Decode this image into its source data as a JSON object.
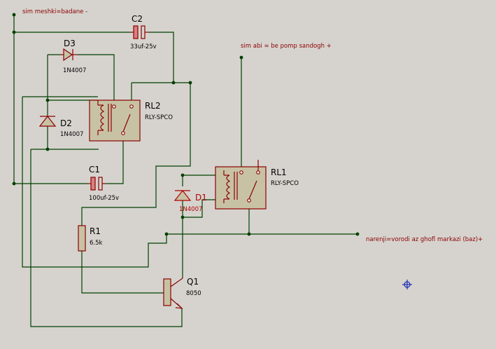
{
  "notes": {
    "ground": "sim meshki=badane -",
    "pump": "sim abi = be pomp sandogh +",
    "input": "narenji=vorodi az ghofl markazi (baz)+"
  },
  "components": {
    "c2": {
      "ref": "C2",
      "value": "33uf-25v"
    },
    "d3": {
      "ref": "D3",
      "value": "1N4007"
    },
    "rl2": {
      "ref": "RL2",
      "value": "RLY-SPCO"
    },
    "d2": {
      "ref": "D2",
      "value": "1N4007"
    },
    "c1": {
      "ref": "C1",
      "value": "100uf-25v"
    },
    "rl1": {
      "ref": "RL1",
      "value": "RLY-SPCO"
    },
    "d1": {
      "ref": "D1",
      "value": "1N4007"
    },
    "r1": {
      "ref": "R1",
      "value": "6.5k"
    },
    "q1": {
      "ref": "Q1",
      "value": "8050"
    }
  },
  "colors": {
    "background": "#d6d3ce",
    "wire": "#004000",
    "component_outline": "#8b0000",
    "relay_body": "#c8c2a4",
    "note_text": "#8b0000",
    "cursor": "#1c2bb0"
  },
  "icons": {
    "cursor": "crosshair-target-icon"
  }
}
